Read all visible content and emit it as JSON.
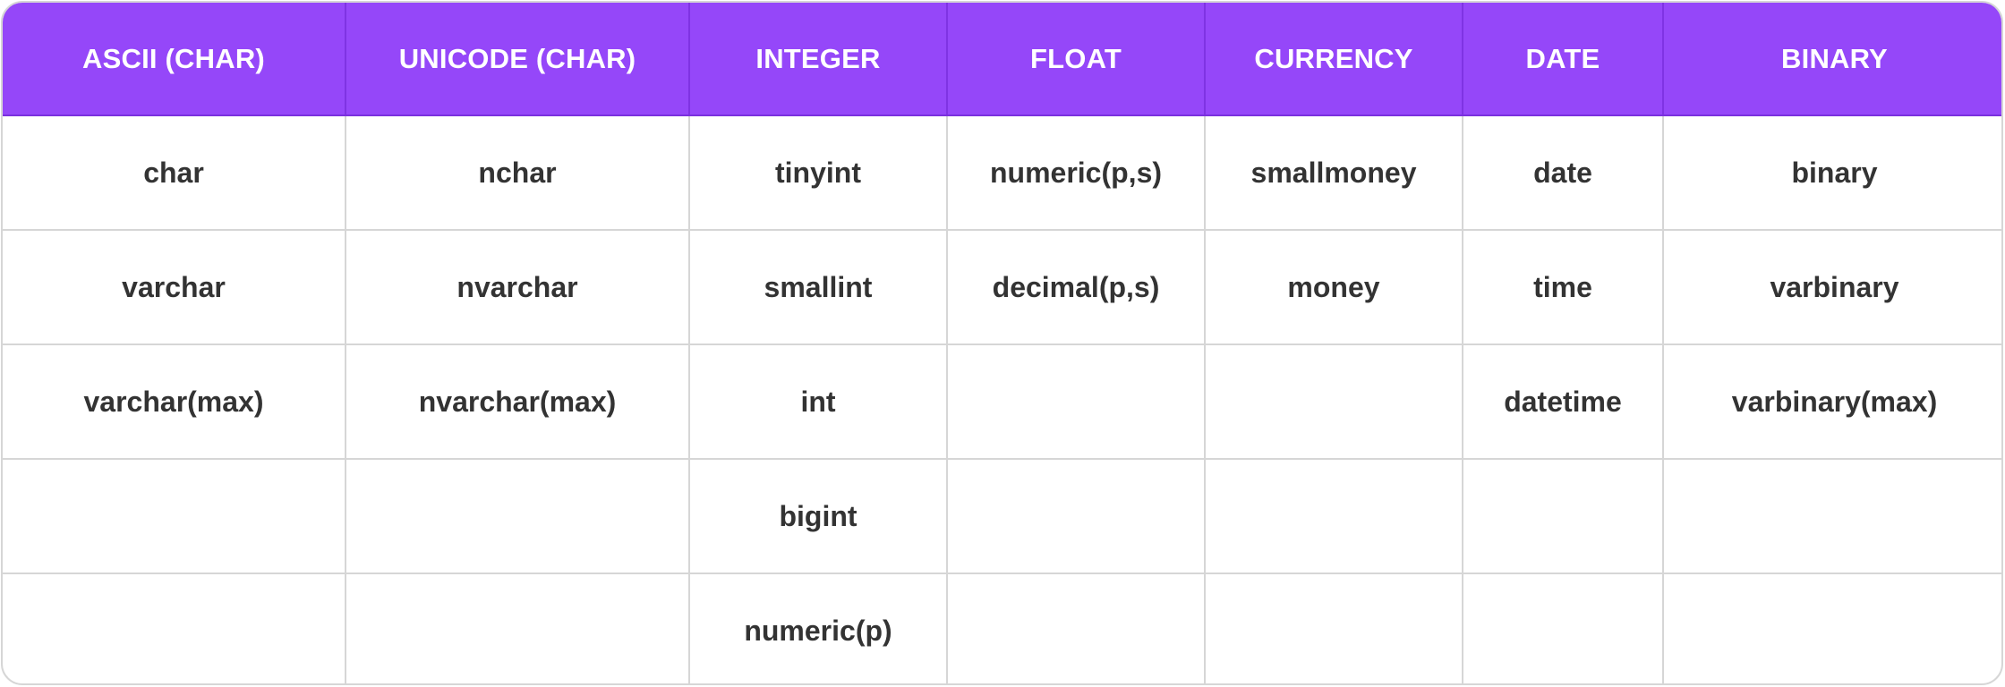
{
  "table": {
    "columns": [
      "ASCII (CHAR)",
      "UNICODE (CHAR)",
      "INTEGER",
      "FLOAT",
      "CURRENCY",
      "DATE",
      "BINARY"
    ],
    "rows": [
      [
        "char",
        "nchar",
        "tinyint",
        "numeric(p,s)",
        "smallmoney",
        "date",
        "binary"
      ],
      [
        "varchar",
        "nvarchar",
        "smallint",
        "decimal(p,s)",
        "money",
        "time",
        "varbinary"
      ],
      [
        "varchar(max)",
        "nvarchar(max)",
        "int",
        "",
        "",
        "datetime",
        "varbinary(max)"
      ],
      [
        "",
        "",
        "bigint",
        "",
        "",
        "",
        ""
      ],
      [
        "",
        "",
        "numeric(p)",
        "",
        "",
        "",
        ""
      ]
    ]
  },
  "colors": {
    "header_bg": "#9547f9",
    "header_text": "#ffffff",
    "cell_text": "#333333",
    "grid_line": "#d6d6d6"
  }
}
